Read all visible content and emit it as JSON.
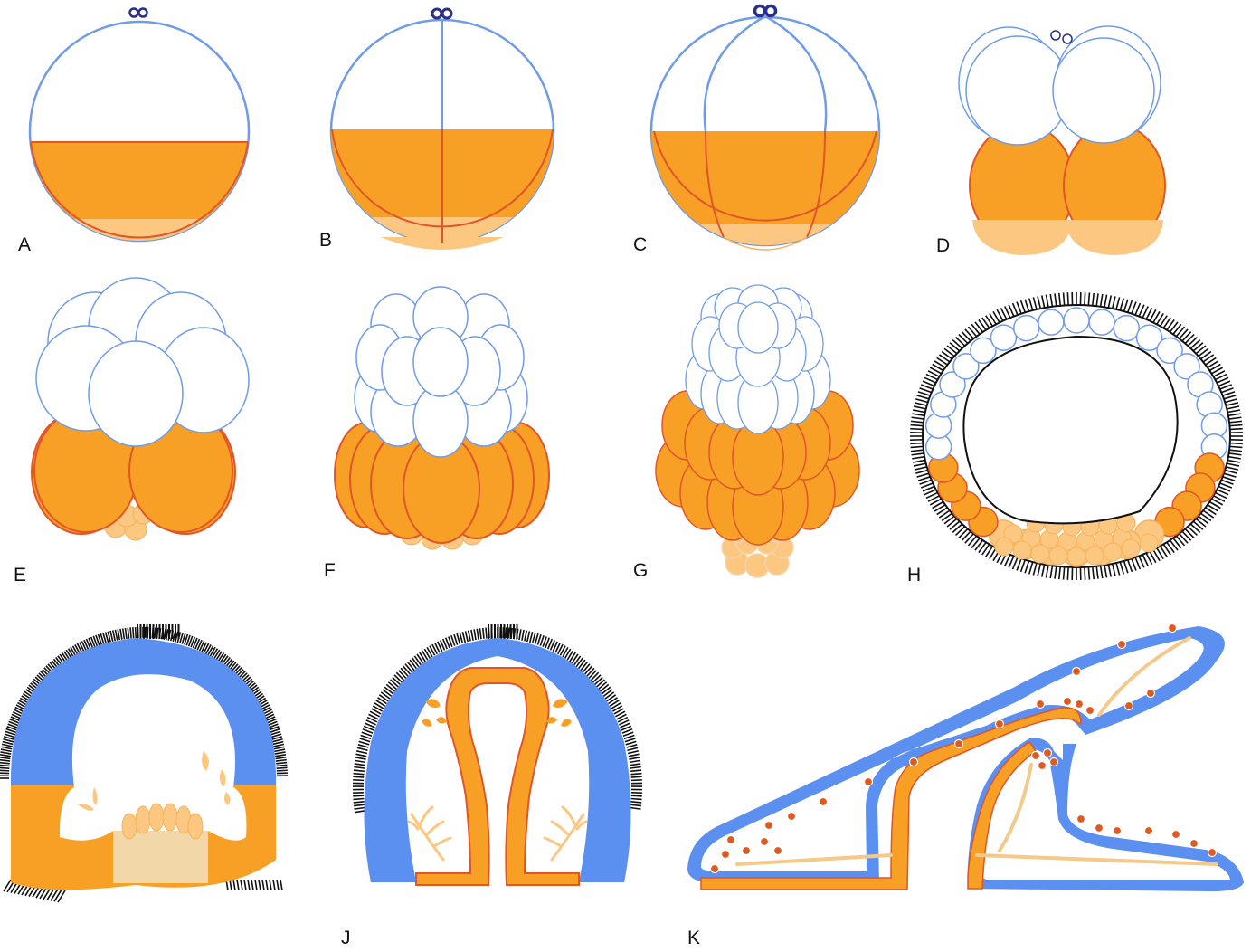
{
  "figure": {
    "panels": [
      {
        "id": "A",
        "label": "A"
      },
      {
        "id": "B",
        "label": "B"
      },
      {
        "id": "C",
        "label": "C"
      },
      {
        "id": "D",
        "label": "D"
      },
      {
        "id": "E",
        "label": "E"
      },
      {
        "id": "F",
        "label": "F"
      },
      {
        "id": "G",
        "label": "G"
      },
      {
        "id": "H",
        "label": "H"
      },
      {
        "id": "I",
        "label": ""
      },
      {
        "id": "J",
        "label": "J"
      },
      {
        "id": "K",
        "label": "K"
      }
    ]
  },
  "colors": {
    "animal_pole_cell": "#ffffff",
    "ectoderm_outline": "#6f9be8",
    "ectoderm_fill": "#5b8ff0",
    "yolk": "#f7a025",
    "yolk_outline": "#e0552a",
    "vegetal_pale": "#fbc781",
    "vegetal_pale_outline": "#f7b25a",
    "endoderm_light": "#f2d7a8",
    "polar_body": "#2b2f8a",
    "cilia": "#111111",
    "cavity_outline": "#111111",
    "red_dot": "#e05a1f"
  }
}
